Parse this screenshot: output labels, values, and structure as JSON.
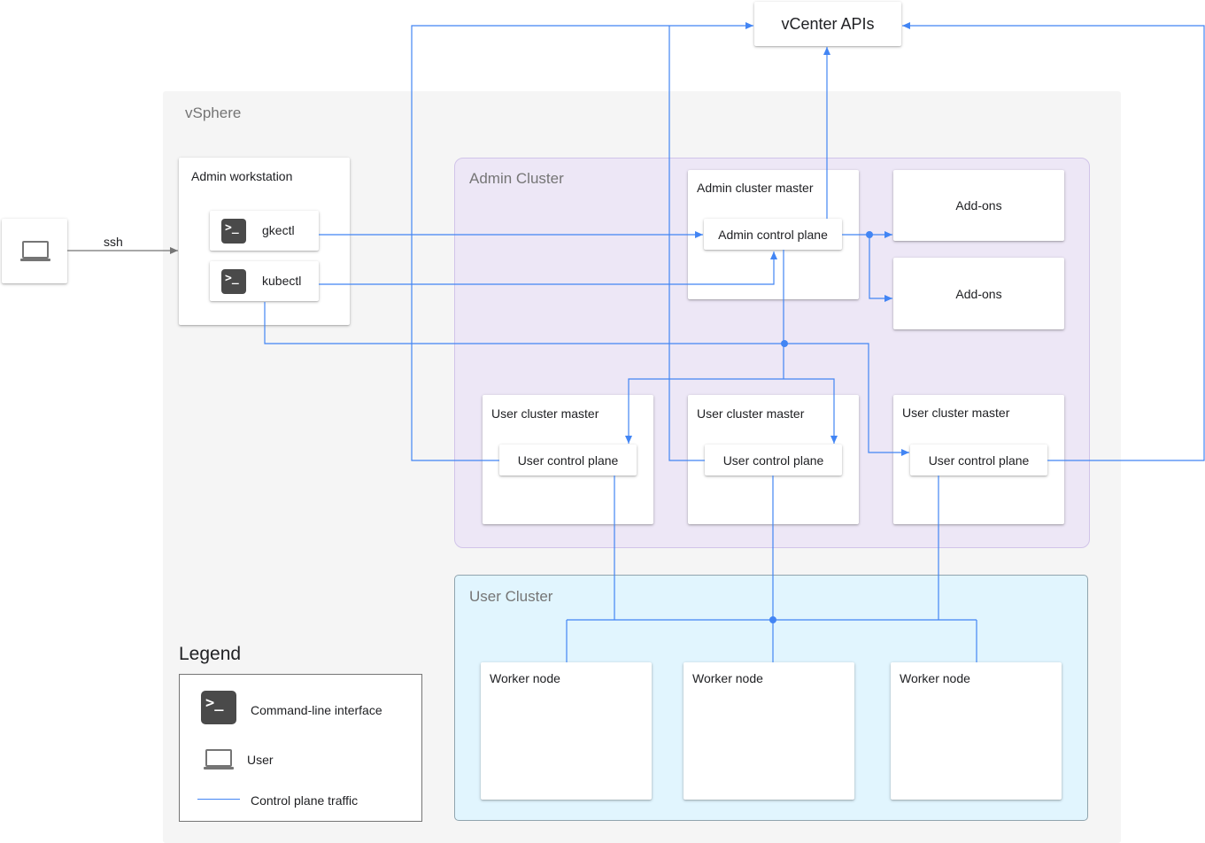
{
  "vcenter": {
    "label": "vCenter APIs"
  },
  "vsphere": {
    "label": "vSphere"
  },
  "user_device": {
    "icon": "laptop-icon",
    "ssh_label": "ssh"
  },
  "admin_workstation": {
    "title": "Admin workstation",
    "tools": [
      {
        "label": "gkectl",
        "icon": "terminal-icon"
      },
      {
        "label": "kubectl",
        "icon": "terminal-icon"
      }
    ]
  },
  "admin_cluster": {
    "label": "Admin Cluster",
    "master": {
      "title": "Admin cluster master",
      "control_plane": "Admin control plane"
    },
    "addons": [
      "Add-ons",
      "Add-ons"
    ],
    "user_cluster_masters": [
      {
        "title": "User cluster master",
        "control_plane": "User control plane"
      },
      {
        "title": "User cluster master",
        "control_plane": "User control plane"
      },
      {
        "title": "User cluster master",
        "control_plane": "User control plane"
      }
    ]
  },
  "user_cluster": {
    "label": "User Cluster",
    "worker_nodes": [
      "Worker node",
      "Worker node",
      "Worker node"
    ]
  },
  "legend": {
    "title": "Legend",
    "items": [
      {
        "icon": "terminal-icon",
        "label": "Command-line interface"
      },
      {
        "icon": "laptop-icon",
        "label": "User"
      },
      {
        "icon": "line-swatch",
        "label": "Control plane traffic"
      }
    ]
  },
  "colors": {
    "line": "#4285f4",
    "vsphere_bg": "#f5f5f5",
    "admin_cluster_bg": "#ede7f6",
    "user_cluster_bg": "#e1f5fe",
    "icon_dark": "#4a4a4a"
  }
}
